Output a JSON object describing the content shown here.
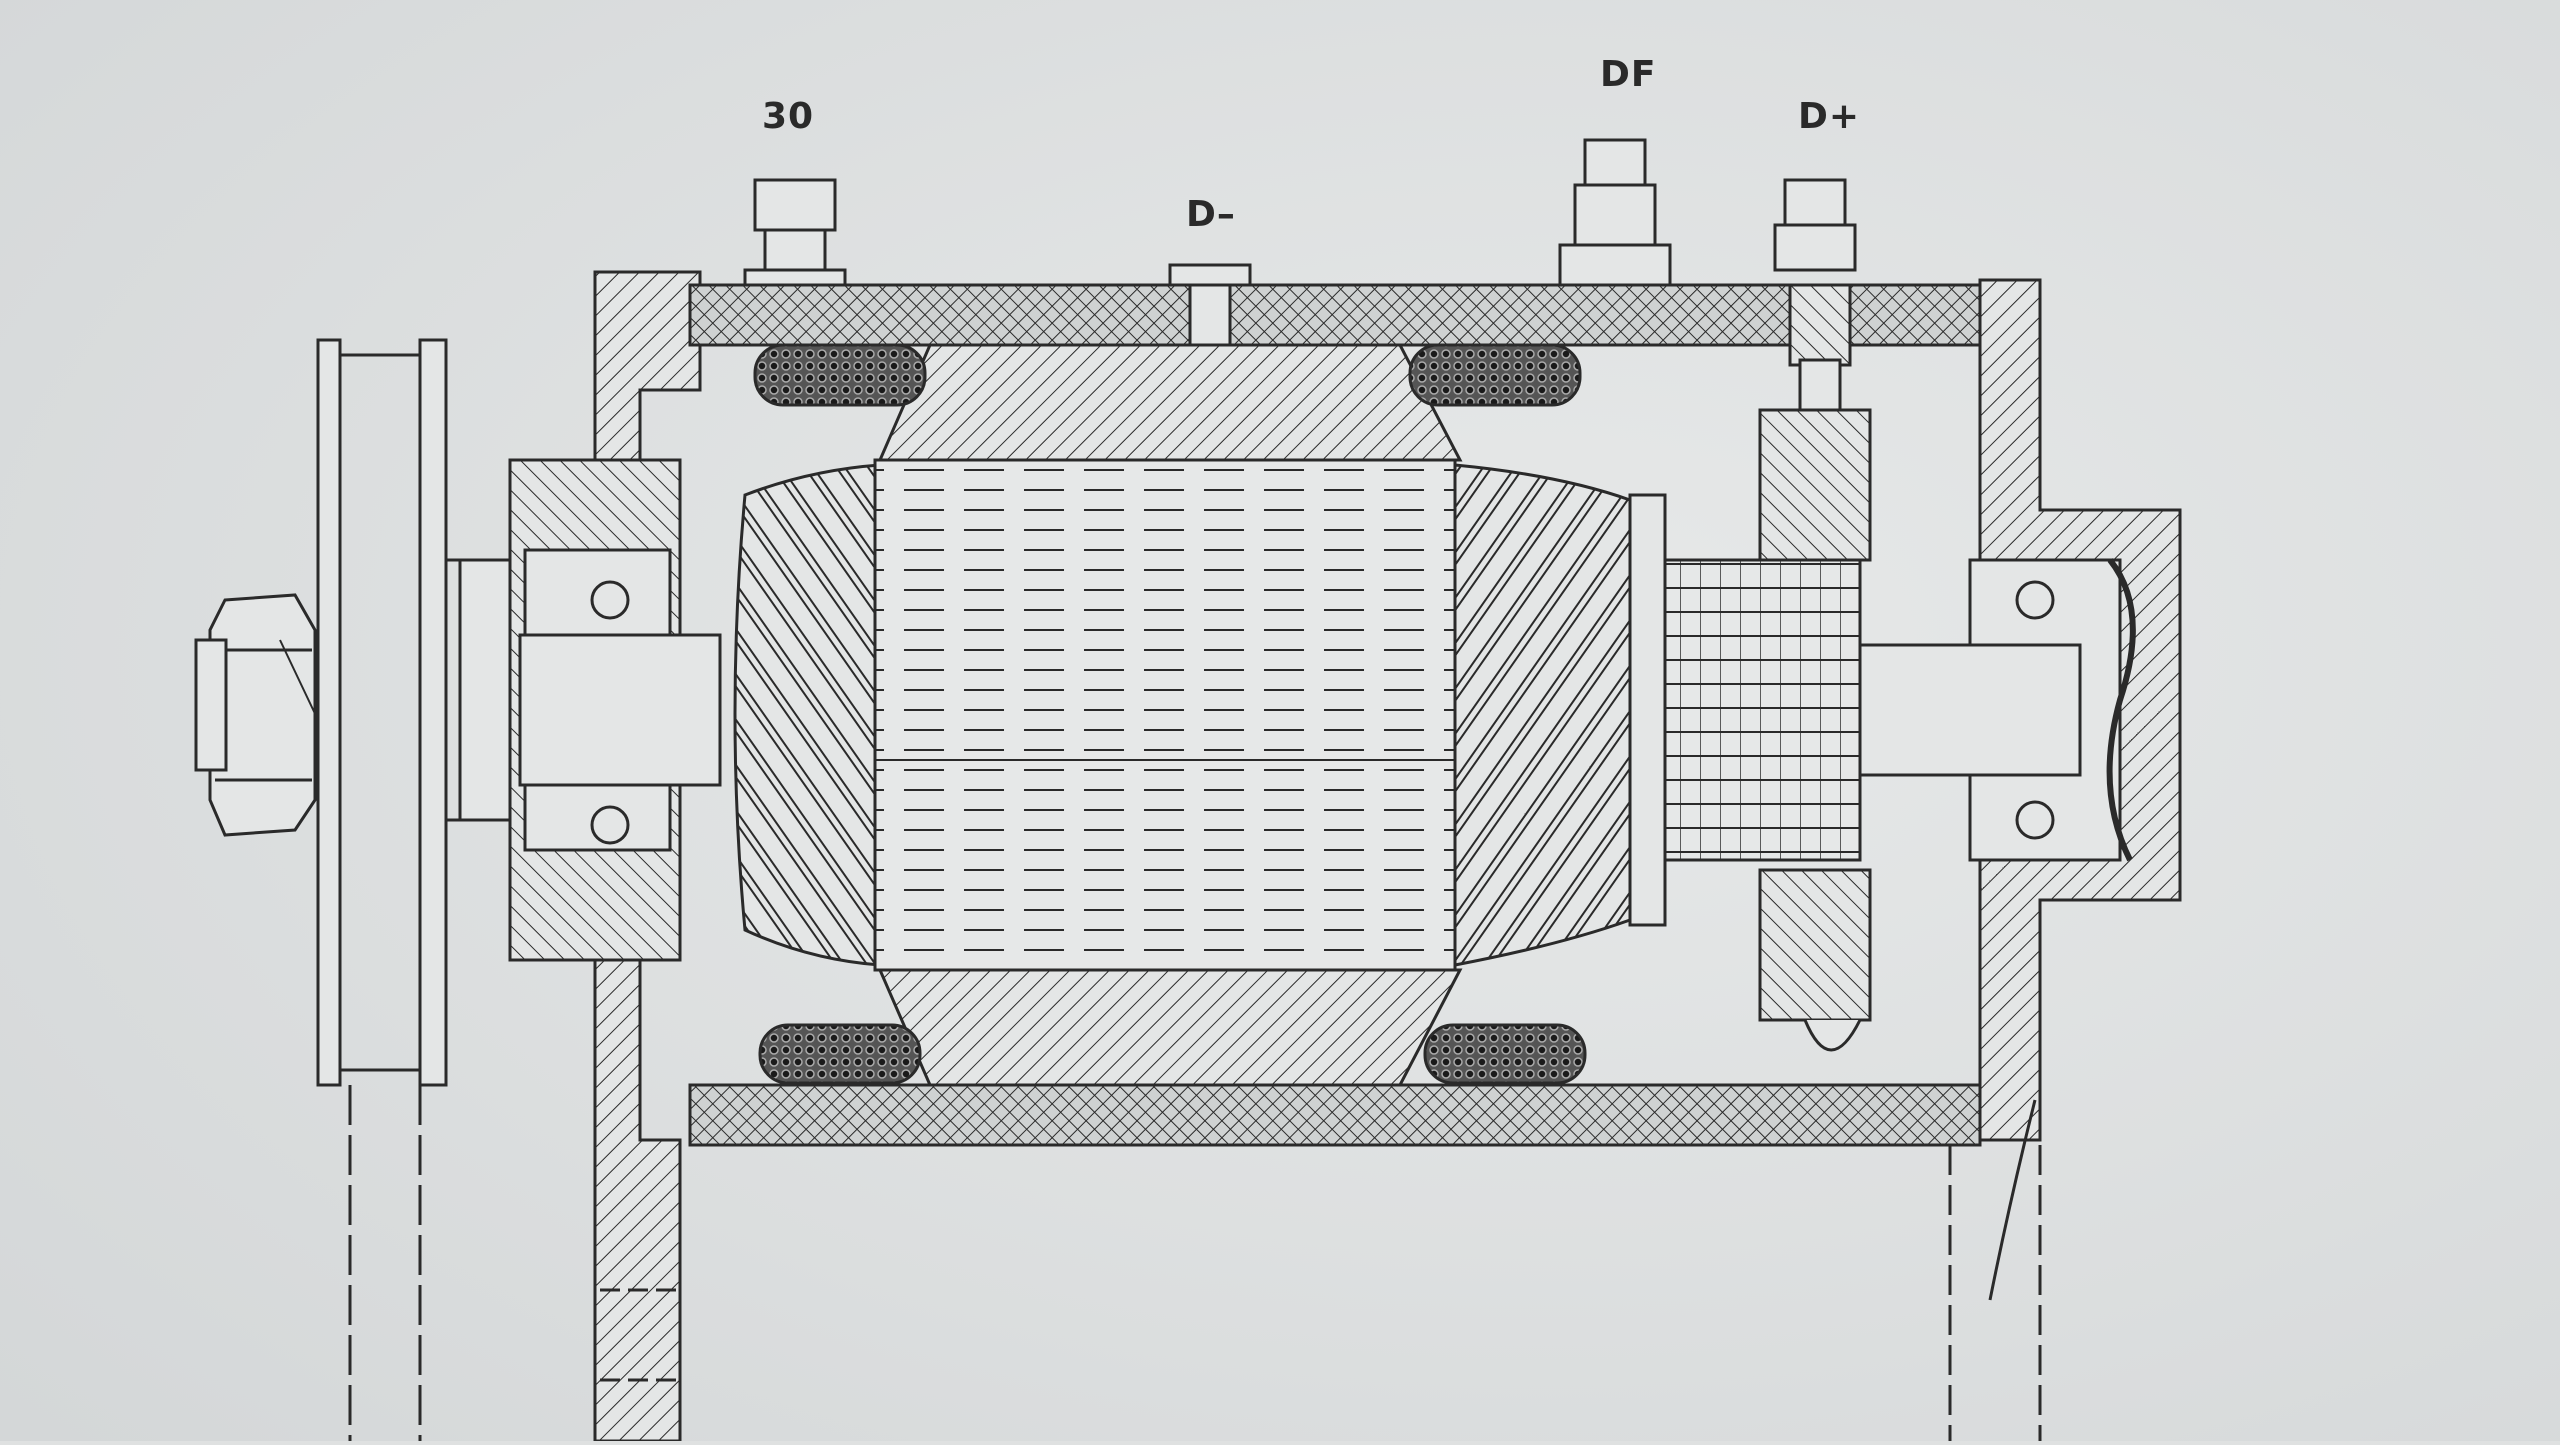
{
  "diagram": {
    "terminals": {
      "t30": "30",
      "d_minus": "D–",
      "df": "DF",
      "d_plus": "D+"
    }
  },
  "colors": {
    "paper": "#dfe1e1",
    "ink": "#2a2a2a"
  }
}
